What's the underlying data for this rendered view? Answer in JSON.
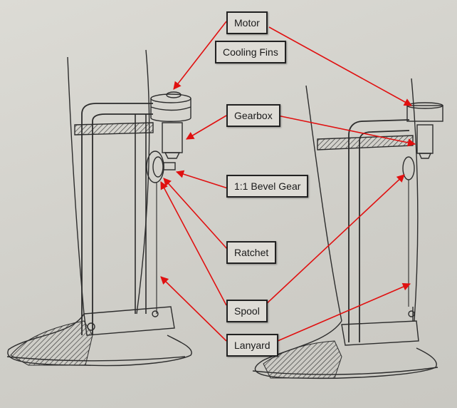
{
  "labels": {
    "motor": "Motor",
    "cooling_fins": "Cooling Fins",
    "gearbox": "Gearbox",
    "bevel_gear": "1:1 Bevel Gear",
    "ratchet": "Ratchet",
    "spool": "Spool",
    "lanyard": "Lanyard"
  },
  "colors": {
    "arrow": "#e01010",
    "pencil": "#2c2c2c"
  }
}
